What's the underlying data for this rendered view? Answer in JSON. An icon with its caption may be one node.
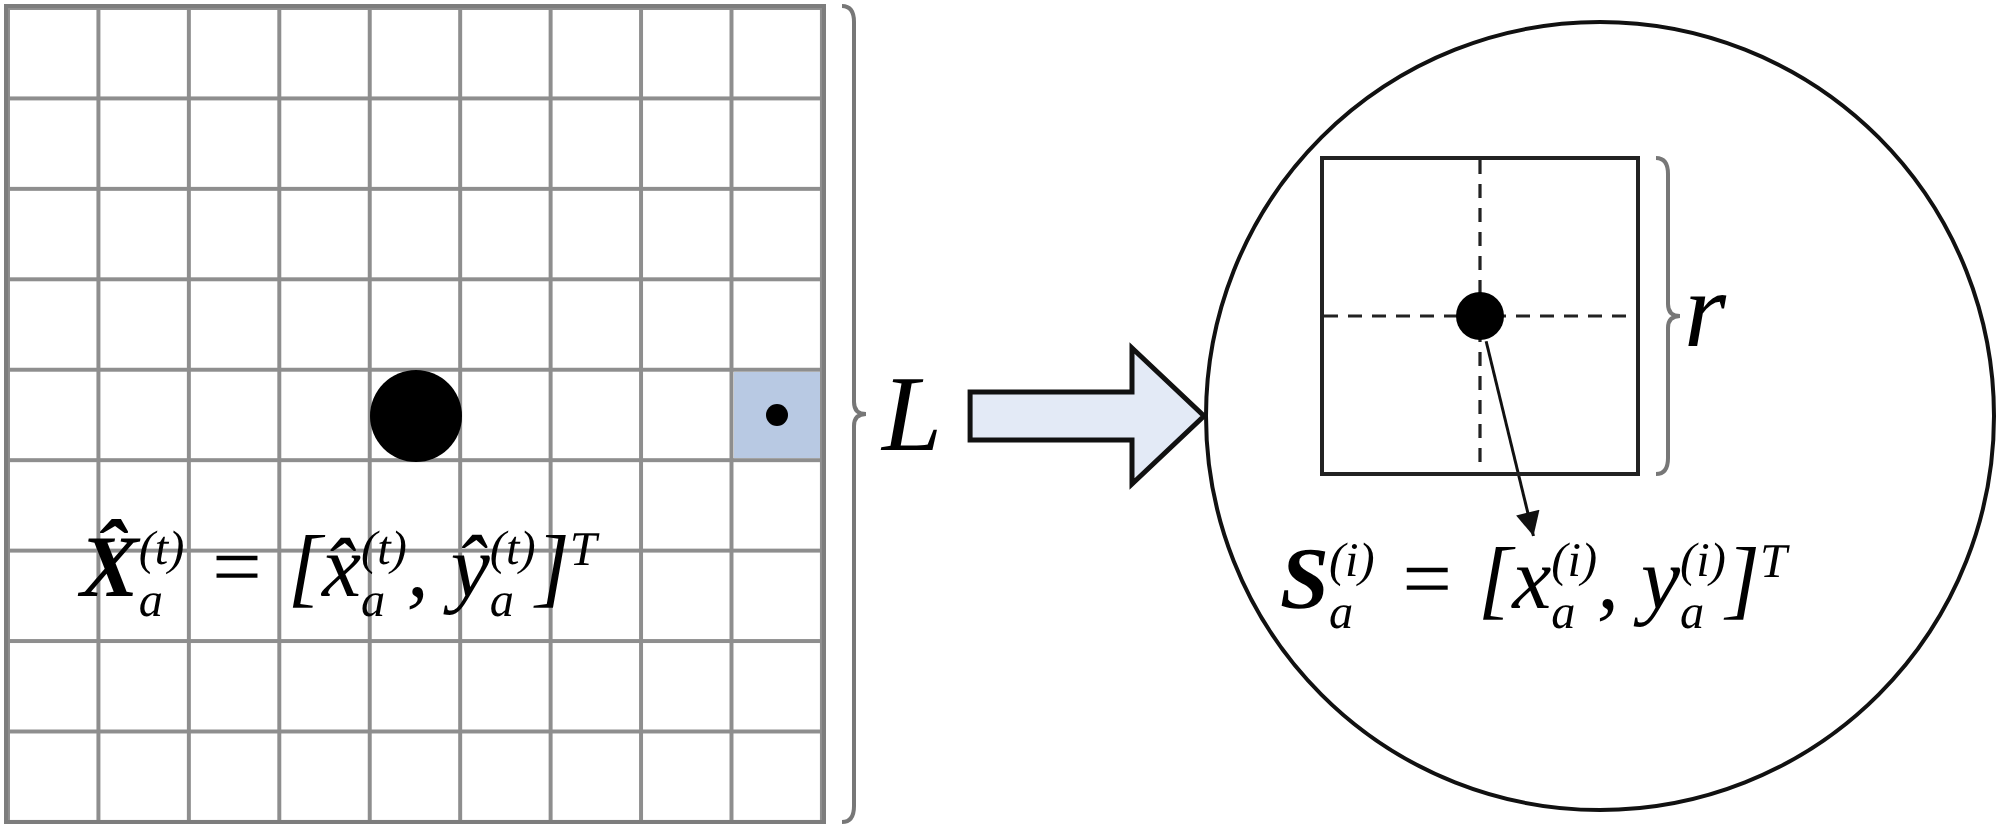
{
  "diagram": {
    "nodes": [
      {
        "text": [
          "**X̂**$_{a}$$^{(t)}$ = [x̂$_{a}$$^{(t)}$, ŷ$_{a}$$^{(t)}$]$^{T}$"
        ]
      },
      {
        "text": [],
        "shape": "circle"
      },
      {
        "text": [],
        "shape": "box",
        "in": 1
      },
      {
        "text": [],
        "shape": "circle",
        "in": 2
      },
      {
        "text": [
          "**S**$_{a}$$^{(i)}$ = [x$_{a}$$^{(i)}$, y$_{a}$$^{(i)}$]$^{T}$"
        ],
        "in": 1
      }
    ],
    "edges": [
      {
        "from": 0,
        "to": 1,
        "arrow": "to",
        "style": "thick"
      },
      {
        "from": 3,
        "to": 4,
        "arrow": "to"
      }
    ],
    "labels": [
      "L",
      "r"
    ]
  }
}
